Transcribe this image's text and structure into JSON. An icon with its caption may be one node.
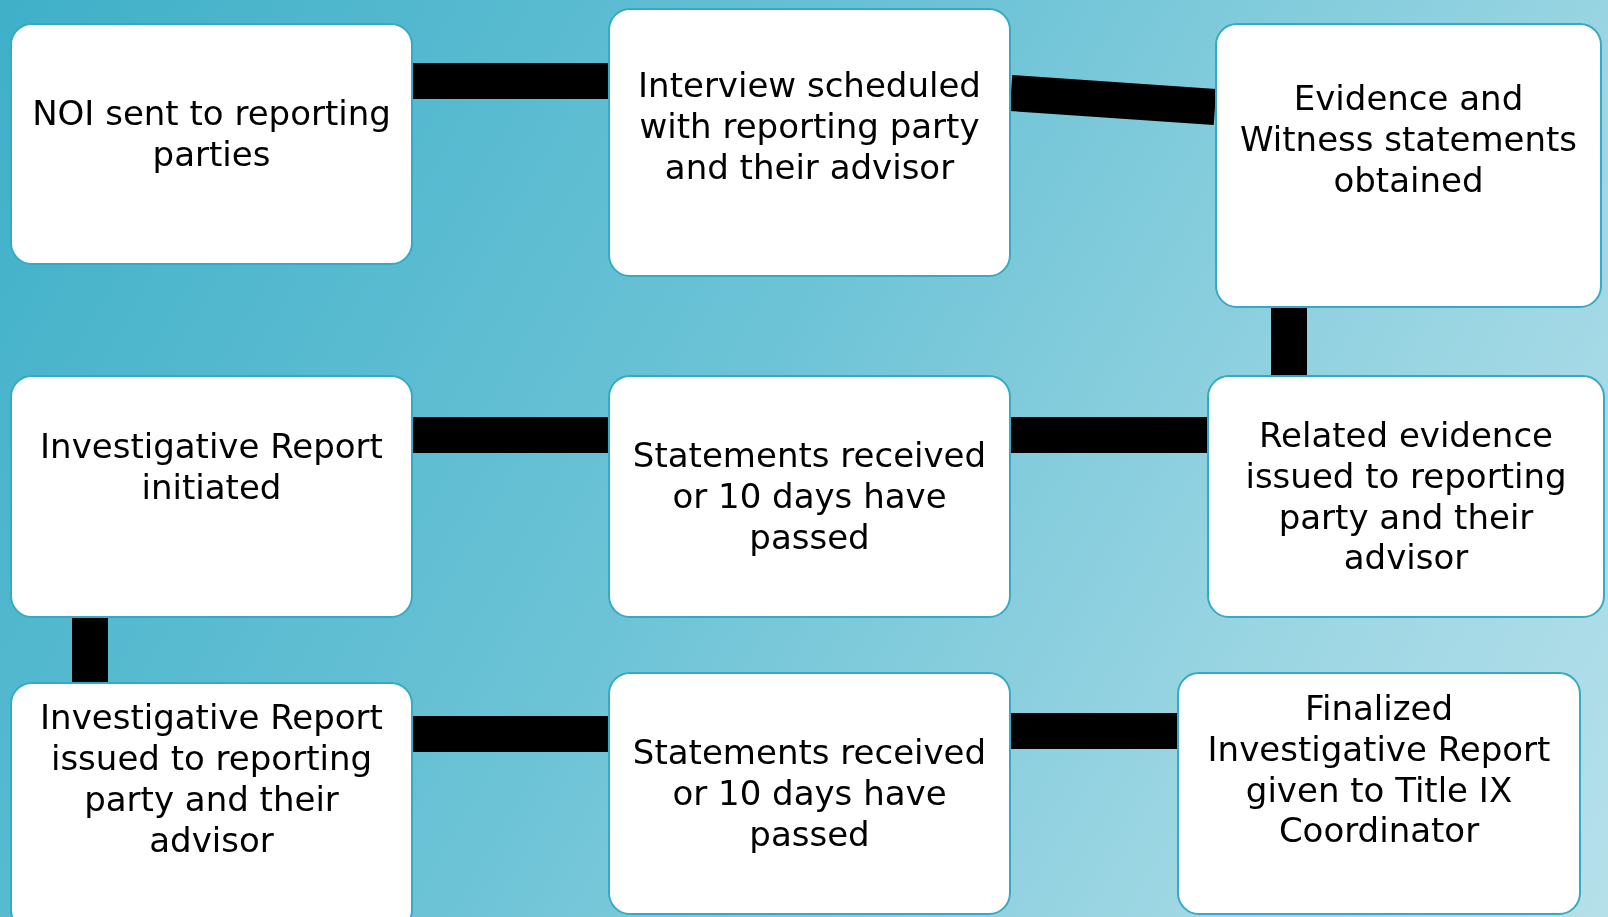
{
  "diagram": {
    "nodes": [
      {
        "text": [
          "NOI sent to reporting parties"
        ]
      },
      {
        "text": [
          "Interview scheduled with reporting party and their advisor"
        ]
      },
      {
        "text": [
          "Evidence and Witness statements obtained"
        ]
      },
      {
        "text": [
          "Related evidence issued to reporting party and their advisor"
        ]
      },
      {
        "text": [
          "Statements received or 10 days have passed"
        ]
      },
      {
        "text": [
          "Investigative Report initiated"
        ]
      },
      {
        "text": [
          "Investigative Report issued to reporting party and their advisor"
        ]
      },
      {
        "text": [
          "Statements received or 10 days have passed"
        ]
      },
      {
        "text": [
          "Finalized Investigative Report given to Title IX Coordinator"
        ]
      }
    ],
    "edges": [
      {
        "from": 0,
        "to": 1,
        "arrow": "none"
      },
      {
        "from": 1,
        "to": 2,
        "arrow": "none"
      },
      {
        "from": 2,
        "to": 3,
        "arrow": "none"
      },
      {
        "from": 3,
        "to": 4,
        "arrow": "none"
      },
      {
        "from": 4,
        "to": 5,
        "arrow": "none"
      },
      {
        "from": 5,
        "to": 6,
        "arrow": "none"
      },
      {
        "from": 6,
        "to": 7,
        "arrow": "none"
      },
      {
        "from": 7,
        "to": 8,
        "arrow": "none"
      }
    ]
  }
}
